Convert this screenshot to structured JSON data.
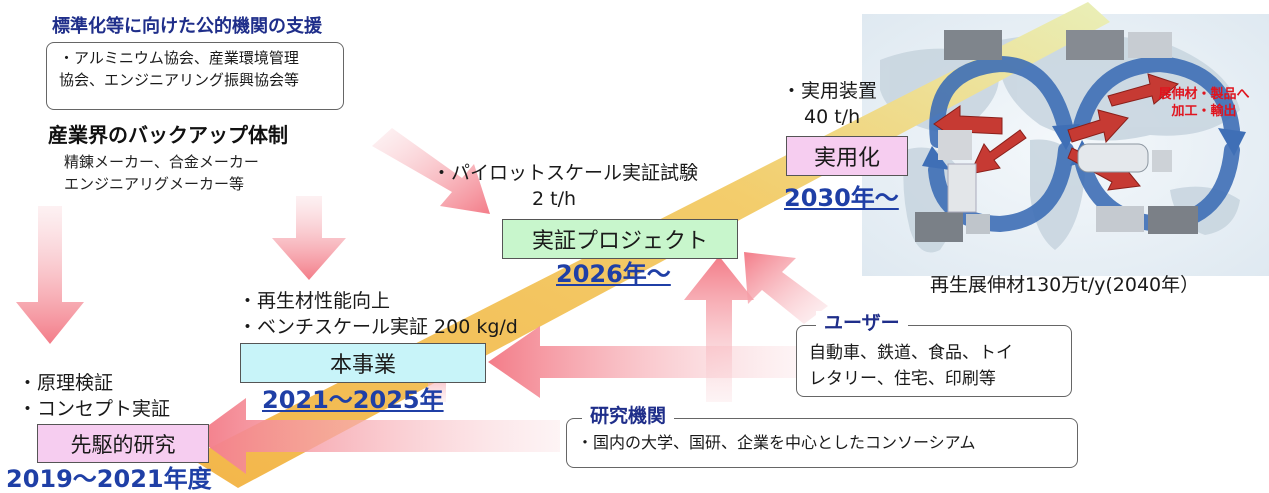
{
  "support_heading": "標準化等に向けた公的機関の支援",
  "support_orgs": {
    "line1": "・アルミニウム協会、産業環境管理",
    "line2": "協会、エンジニアリング振興協会等"
  },
  "industry_heading": "産業界のバックアップ体制",
  "industry_members": {
    "line1": "精錬メーカー、合金メーカー",
    "line2": "エンジニアリグメーカー等"
  },
  "stages": {
    "basic": {
      "notes": [
        "・原理検証",
        "・コンセプト実証"
      ],
      "label": "先駆的研究",
      "period": "2019～2021年度",
      "color": "#f6cdf0"
    },
    "main": {
      "notes": [
        "・再生材性能向上",
        "・ベンチスケール実証 200 kg/d"
      ],
      "label": "本事業",
      "period": "2021～2025年",
      "color": "#c8f4f9"
    },
    "demo": {
      "notes": [
        "・パイロットスケール実証試験",
        "2 t/h"
      ],
      "label": "実証プロジェクト",
      "period": "2026年～",
      "color": "#c8f6cc"
    },
    "practical": {
      "notes": [
        "・実用装置",
        "40 t/h"
      ],
      "label": "実用化",
      "period": "2030年～",
      "color": "#f6cdf0"
    }
  },
  "users": {
    "heading": "ユーザー",
    "line1": "自動車、鉄道、食品、トイ",
    "line2": "レタリー、住宅、印刷等"
  },
  "research": {
    "heading": "研究機関",
    "body": "・国内の大学、国研、企業を中心としたコンソーシアム"
  },
  "map": {
    "products_line1": "展伸材・製品へ",
    "products_line2": "加工・輸出",
    "caption": "再生展伸材130万t/y(2040年）"
  },
  "colors": {
    "arrow_pink": "#f4808b",
    "main_band": "#f6c466",
    "heading_blue": "#1f2e8a",
    "date_blue": "#1f3fa6",
    "export_red": "#e0141e"
  }
}
